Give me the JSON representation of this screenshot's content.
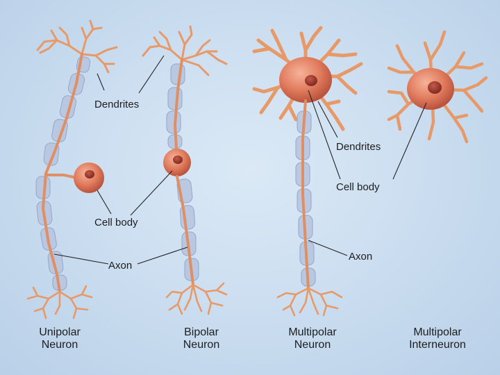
{
  "labels": {
    "dendrites_left": "Dendrites",
    "cell_body_left": "Cell body",
    "axon_left": "Axon",
    "dendrites_right": "Dendrites",
    "cell_body_right": "Cell body",
    "axon_right": "Axon"
  },
  "captions": {
    "unipolar": [
      "Unipolar",
      "Neuron"
    ],
    "bipolar": [
      "Bipolar",
      "Neuron"
    ],
    "multipolar": [
      "Multipolar",
      "Neuron"
    ],
    "interneuron": [
      "Multipolar",
      "Interneuron"
    ]
  },
  "colors": {
    "background": "#c9dcef",
    "cell_body": "#e07a5c",
    "nucleus": "#9c3a2e",
    "dendrite": "#e79a68",
    "myelin": "#b8c6e0"
  }
}
